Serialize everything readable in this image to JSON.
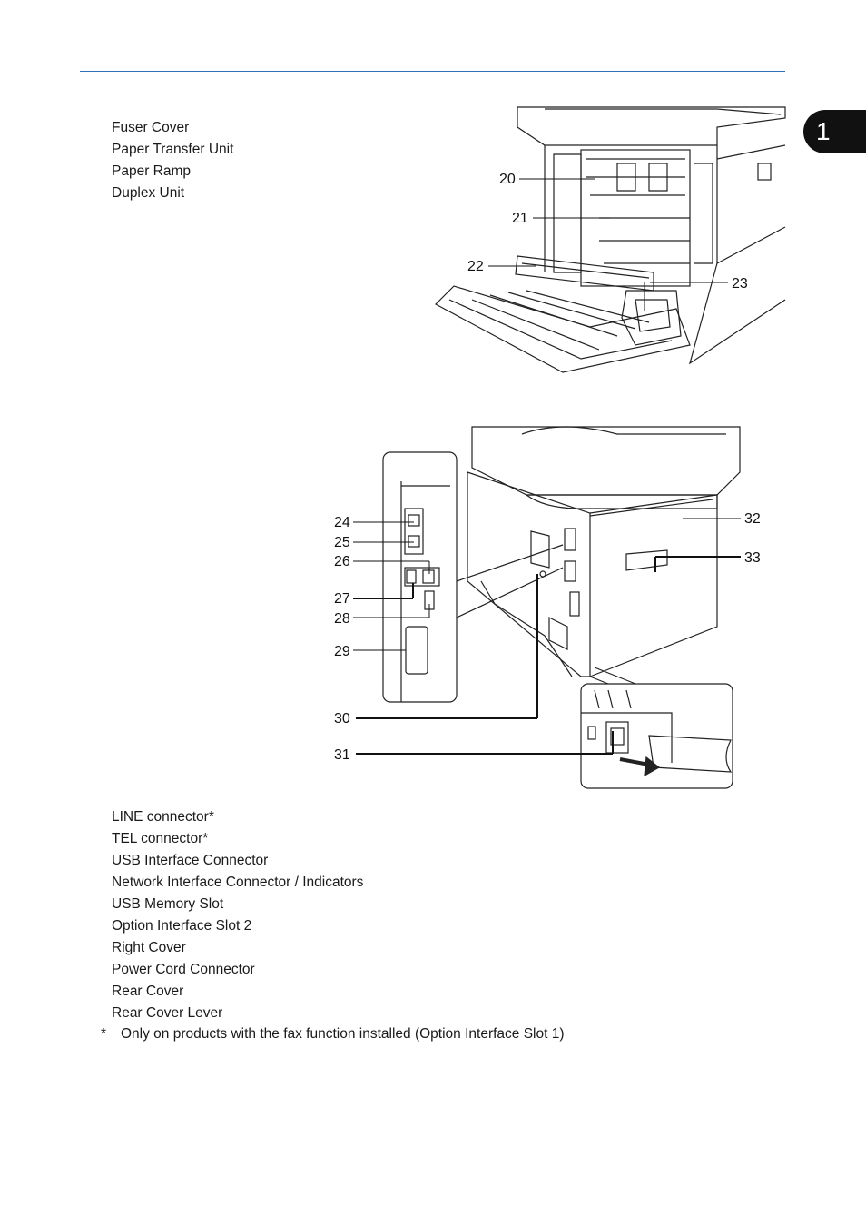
{
  "chapter_number": "1",
  "top_parts": [
    "Fuser Cover",
    "Paper Transfer Unit",
    "Paper Ramp",
    "Duplex Unit"
  ],
  "top_callouts": [
    "20",
    "21",
    "22",
    "23"
  ],
  "bottom_callouts": [
    "24",
    "25",
    "26",
    "27",
    "28",
    "29",
    "30",
    "31",
    "32",
    "33"
  ],
  "bottom_parts": [
    "LINE connector*",
    "TEL connector*",
    "USB Interface Connector",
    "Network Interface Connector / Indicators",
    "USB Memory Slot",
    "Option Interface Slot 2",
    "Right Cover",
    "Power Cord Connector",
    "Rear Cover",
    "Rear Cover Lever"
  ],
  "footnote": {
    "mark": "*",
    "text": "Only on products with the fax function installed (Option Interface Slot 1)"
  },
  "colors": {
    "rule": "#2f6fb5",
    "tab": "#111111"
  }
}
